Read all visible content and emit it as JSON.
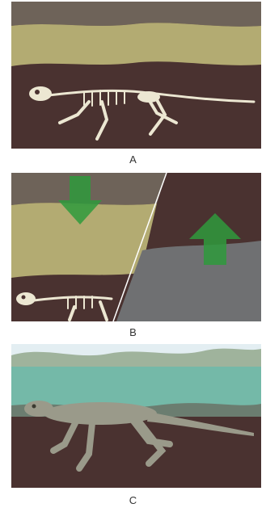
{
  "panels": [
    {
      "id": "a",
      "label": "A"
    },
    {
      "id": "b",
      "label": "B"
    },
    {
      "id": "c",
      "label": "C"
    }
  ],
  "colors": {
    "topsoil": "#6e6359",
    "sand_layer": "#b3ab72",
    "deep_rock": "#4a3230",
    "bone": "#ece7d2",
    "arrow_green": "#2f9a3c",
    "uplifted_rock": "#6f7072",
    "sky": "#e3eef2",
    "water": "#74b9a8",
    "animal_skin": "#9a9a8a"
  }
}
